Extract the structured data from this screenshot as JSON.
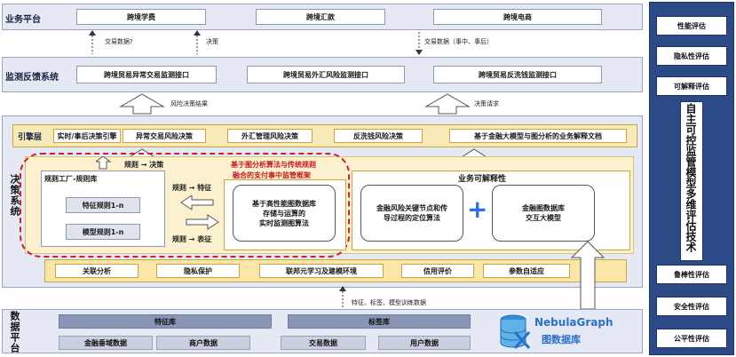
{
  "business_platform": {
    "label": "业务平台",
    "items": [
      "跨境学费",
      "跨境汇款",
      "跨境电商"
    ]
  },
  "connector_1": {
    "left_note": "交易数据?",
    "mid_note": "决策",
    "right_note": "交易数据（事中、事后）"
  },
  "monitoring_system": {
    "label": "监测反馈系统",
    "items": [
      "跨境贸易异常交易监测接口",
      "跨境贸易外汇风险监测接口",
      "跨境贸易反洗钱监测接口"
    ]
  },
  "connector_2": {
    "left_note": "风险决策结果",
    "right_note": "决策请求"
  },
  "engine_layer": {
    "label": "引擎层",
    "items": [
      "实时/事后决策引擎",
      "异常交易风险决策",
      "外汇管理风险决策",
      "反洗钱风险决策",
      "基于金融大模型与图分析的业务解释文档"
    ]
  },
  "decision_system": {
    "label": "决策系统",
    "rule_arrow": "规则 → 决策",
    "rule_factory_title": "规则工厂-规则库",
    "feature_rules": "特征规则1-n",
    "model_rules": "模型规则1-n",
    "rule_to_feature": "规则 → 特征",
    "rule_to_table": "规则 → 表征",
    "fusion_title_1": "基于图分析算法与传统规则",
    "fusion_title_2": "融合的支付事中监管框架",
    "graph_algo_box": [
      "基于高性能图数据库",
      "存储与运算的",
      "实时监测图算法"
    ],
    "explain_title": "业务可解释性",
    "explain_box_1": [
      "金融风险关键节点和传",
      "导过程的定位算法"
    ],
    "explain_box_2": [
      "金融图数据库",
      "交互大模型"
    ],
    "plus": "+"
  },
  "bottom_band": {
    "items": [
      "关联分析",
      "隐私保护",
      "联邦元学习及建模环境",
      "信用评价",
      "参数自适应"
    ]
  },
  "connector_3": {
    "note": "特征、标签、模型训练数据"
  },
  "data_platform": {
    "label": "数据平台",
    "bars": [
      "特征库",
      "标签库"
    ],
    "cells": [
      "金融垂域数据",
      "商户数据",
      "交易数据",
      "用户数据"
    ]
  },
  "nebula": {
    "name": "NebulaGraph",
    "sub": "图数据库"
  },
  "right_panel": {
    "top_items": [
      "性能评估",
      "隐私性评估",
      "可解释评估"
    ],
    "title": "自主可控监管模型多维评估技术",
    "bottom_items": [
      "鲁棒性评估",
      "安全性评估",
      "公平性评估"
    ]
  },
  "colors": {
    "navy": "#2c4a86",
    "band": "#e4e9f3",
    "engine": "#f7e9b8",
    "dashed_red": "#d0202a",
    "fusion_text": "#c8161e",
    "plus": "#2f6fd6"
  }
}
